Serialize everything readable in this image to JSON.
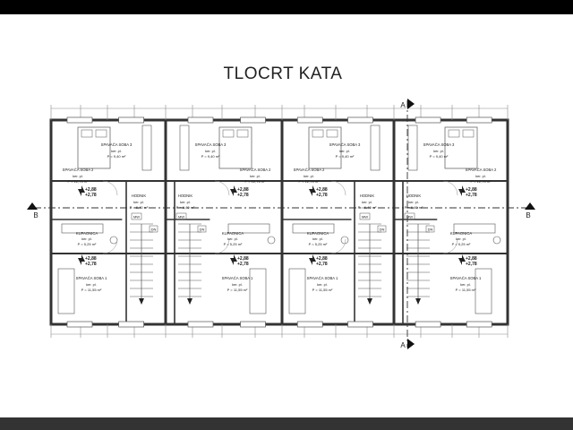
{
  "title": "TLOCRT KATA",
  "section_marks": {
    "a": "A",
    "b": "B"
  },
  "rooms": {
    "spavaca3": "SPAVAĆA SOBA 3",
    "spavaca2": "SPAVAĆA SOBA 2",
    "spavaca1": "SPAVAĆA SOBA 1",
    "hodnik": "HODNIK",
    "kupaonica": "KUPAONICA",
    "floor": "ker. pl.",
    "area_s3": "P = 9,40 m²",
    "area_s2": "P = 12,75 m²",
    "area_s1": "P = 11,55 m²",
    "area_hod": "P = 6,40 m²",
    "area_kup": "P = 5,25 m²"
  },
  "levels": {
    "upper": "+2,88",
    "lower": "+2,78"
  },
  "labels": {
    "mw": "MW",
    "dn": "DN"
  },
  "colors": {
    "wall": "#333333",
    "line": "#555555",
    "thin": "#8a8a8a",
    "paper": "#ffffff",
    "frame": "#000000",
    "bottom": "#333333"
  }
}
